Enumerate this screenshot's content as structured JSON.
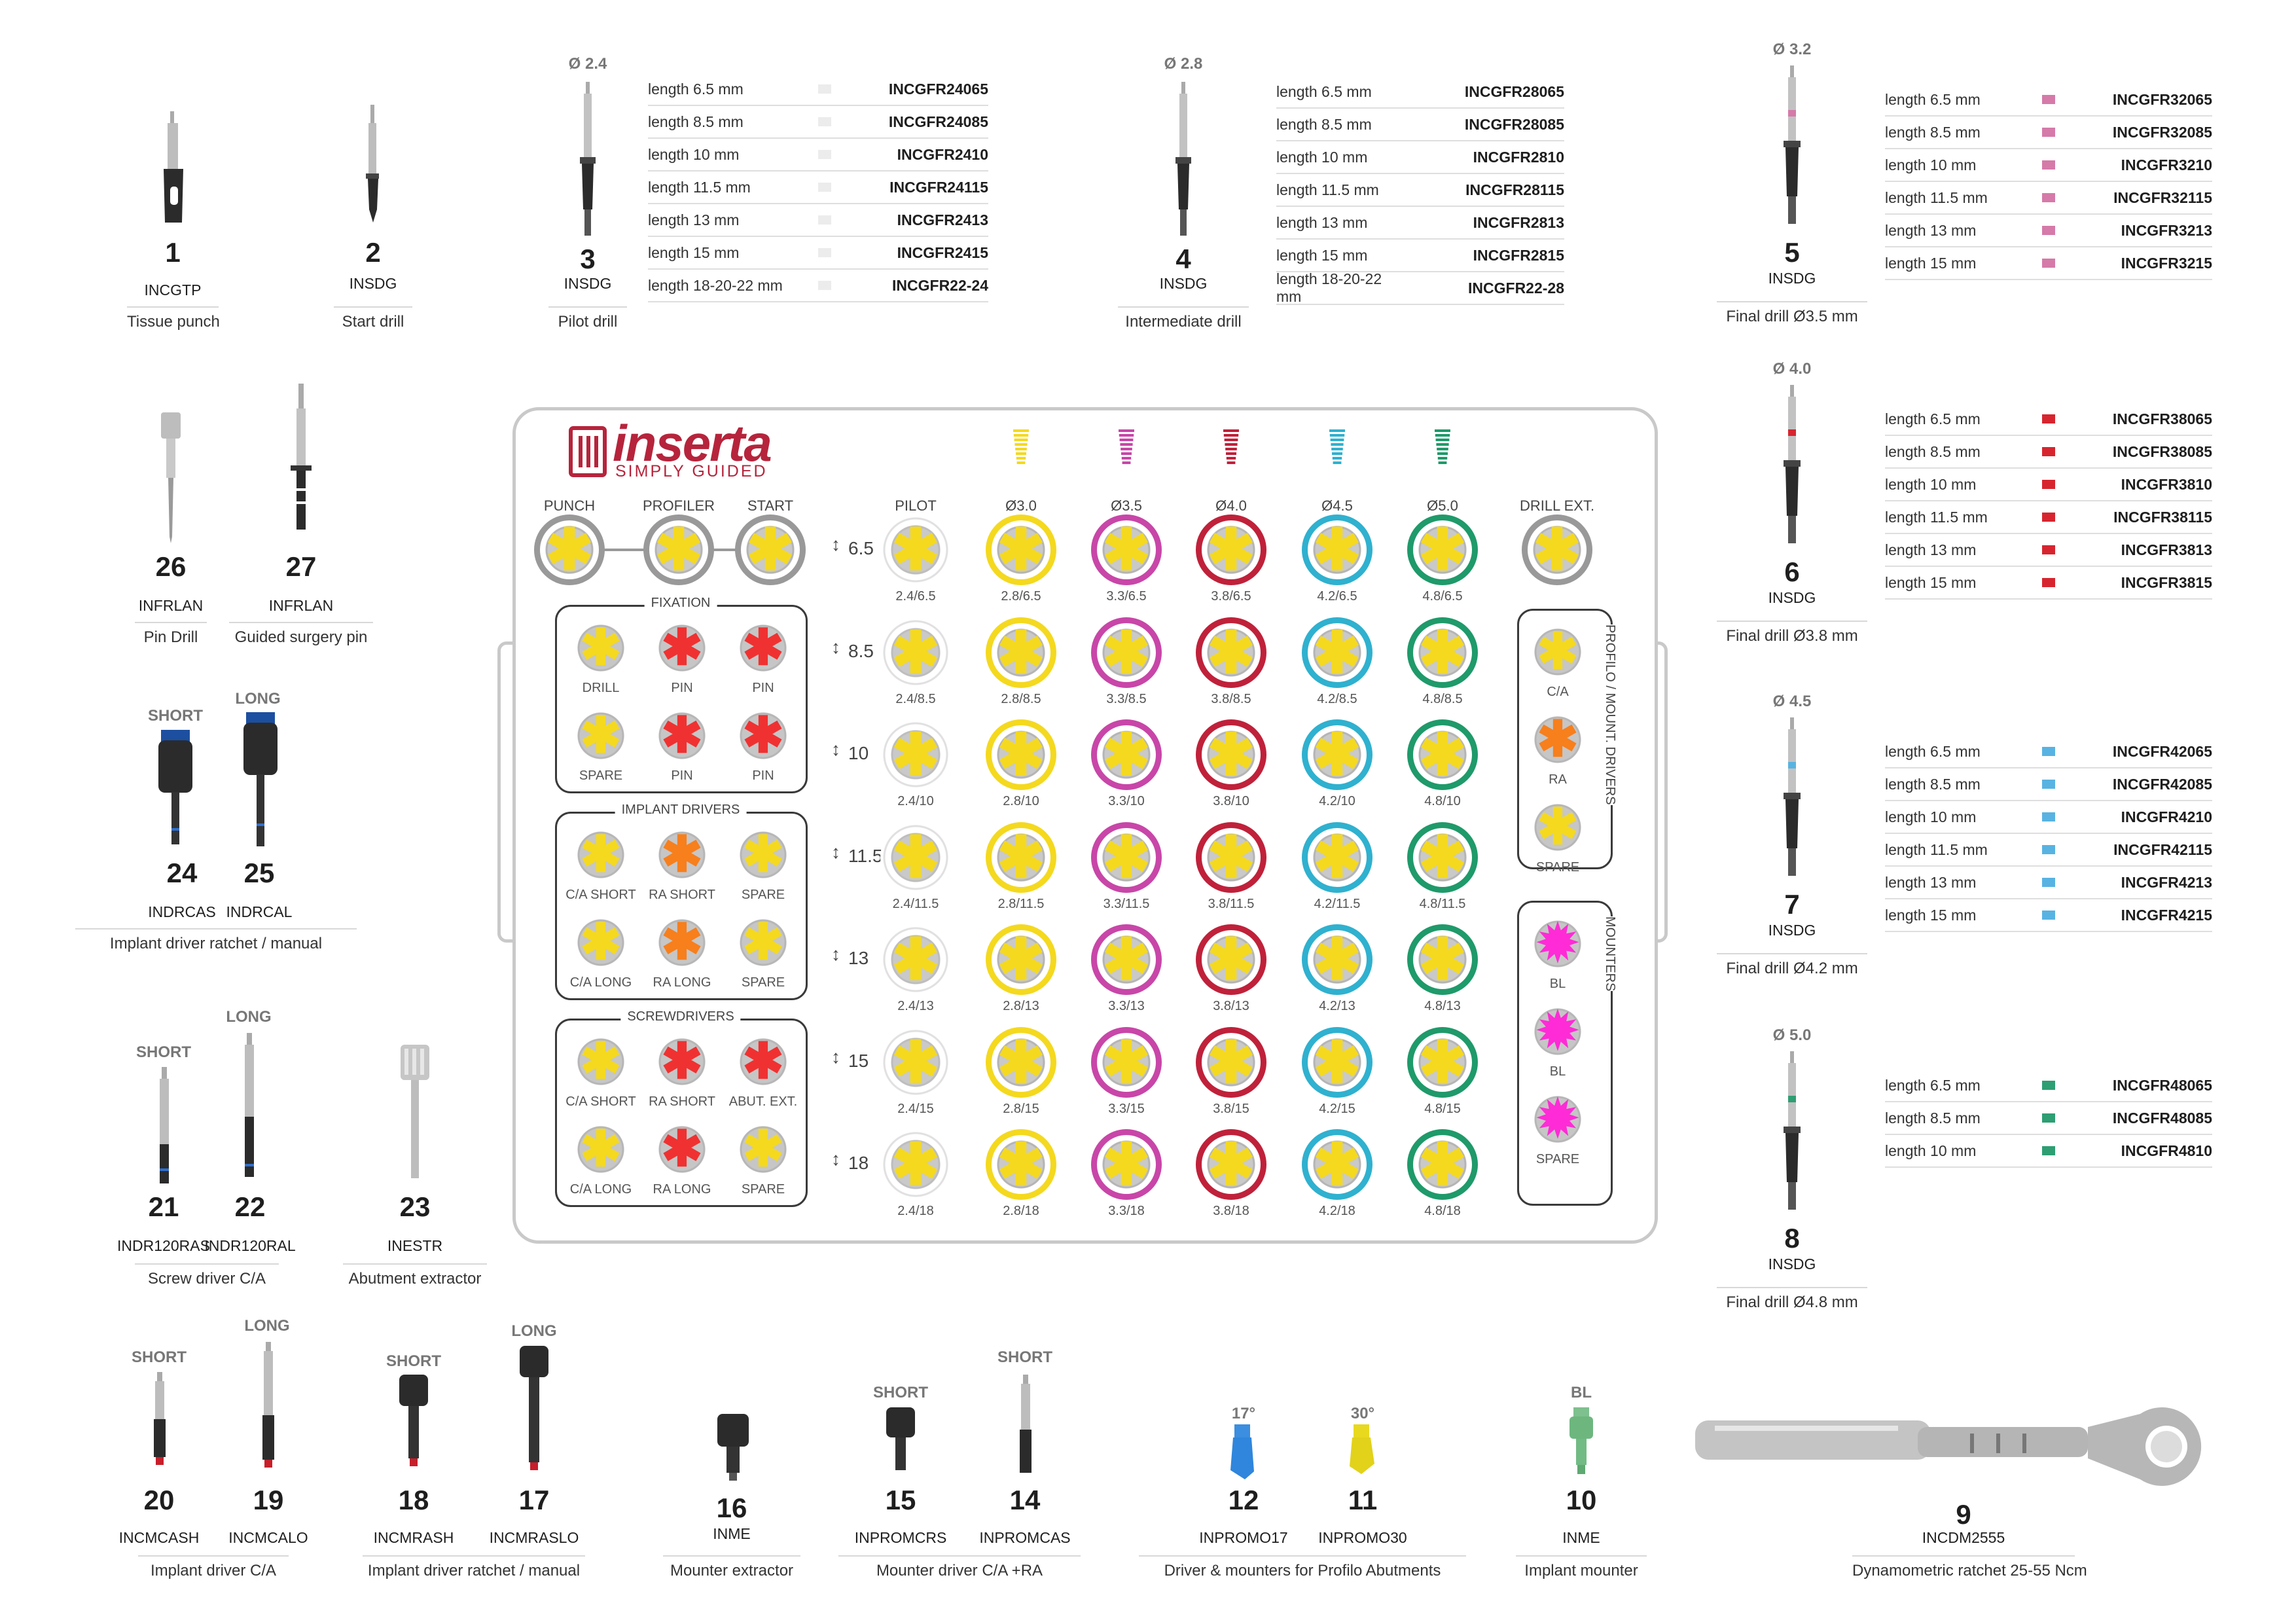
{
  "colors": {
    "yellow": "#f4d91f",
    "magenta": "#c846a8",
    "red": "#c0213a",
    "cyan": "#2fb1cf",
    "green": "#1f9a6a",
    "gray": "#9a9a9a",
    "orange": "#f77f1c",
    "pink": "#ff2bd6",
    "star_red": "#f03131",
    "brand": "#b6243c"
  },
  "top_tools": [
    {
      "num": "1",
      "code": "INCGTP",
      "desc": "Tissue punch"
    },
    {
      "num": "2",
      "code": "INSDG",
      "desc": "Start drill"
    },
    {
      "num": "3",
      "code": "INSDG",
      "desc": "Pilot drill",
      "diam": "Ø 2.4"
    },
    {
      "num": "4",
      "code": "INSDG",
      "desc": "Intermediate drill",
      "diam": "Ø 2.8"
    }
  ],
  "table_24": [
    {
      "len": "length 6.5 mm",
      "code": "INCGFR24065"
    },
    {
      "len": "length 8.5 mm",
      "code": "INCGFR24085"
    },
    {
      "len": "length 10 mm",
      "code": "INCGFR2410"
    },
    {
      "len": "length 11.5 mm",
      "code": "INCGFR24115"
    },
    {
      "len": "length 13 mm",
      "code": "INCGFR2413"
    },
    {
      "len": "length 15 mm",
      "code": "INCGFR2415"
    },
    {
      "len": "length 18-20-22 mm",
      "code": "INCGFR22-24"
    }
  ],
  "table_28": [
    {
      "len": "length 6.5 mm",
      "code": "INCGFR28065"
    },
    {
      "len": "length 8.5 mm",
      "code": "INCGFR28085"
    },
    {
      "len": "length 10 mm",
      "code": "INCGFR2810"
    },
    {
      "len": "length 11.5 mm",
      "code": "INCGFR28115"
    },
    {
      "len": "length 13 mm",
      "code": "INCGFR2813"
    },
    {
      "len": "length 15 mm",
      "code": "INCGFR2815"
    },
    {
      "len": "length 18-20-22 mm",
      "code": "INCGFR22-28"
    }
  ],
  "final_drills": [
    {
      "diam": "Ø 3.2",
      "num": "5",
      "code": "INSDG",
      "desc": "Final drill Ø3.5 mm",
      "color": "#d57aa9",
      "rows": [
        {
          "len": "length 6.5 mm",
          "code": "INCGFR32065"
        },
        {
          "len": "length 8.5 mm",
          "code": "INCGFR32085"
        },
        {
          "len": "length 10 mm",
          "code": "INCGFR3210"
        },
        {
          "len": "length 11.5 mm",
          "code": "INCGFR32115"
        },
        {
          "len": "length 13 mm",
          "code": "INCGFR3213"
        },
        {
          "len": "length 15 mm",
          "code": "INCGFR3215"
        }
      ]
    },
    {
      "diam": "Ø 4.0",
      "num": "6",
      "code": "INSDG",
      "desc": "Final drill Ø3.8 mm",
      "color": "#d7252f",
      "rows": [
        {
          "len": "length 6.5 mm",
          "code": "INCGFR38065"
        },
        {
          "len": "length 8.5 mm",
          "code": "INCGFR38085"
        },
        {
          "len": "length 10 mm",
          "code": "INCGFR3810"
        },
        {
          "len": "length 11.5 mm",
          "code": "INCGFR38115"
        },
        {
          "len": "length 13 mm",
          "code": "INCGFR3813"
        },
        {
          "len": "length 15 mm",
          "code": "INCGFR3815"
        }
      ]
    },
    {
      "diam": "Ø 4.5",
      "num": "7",
      "code": "INSDG",
      "desc": "Final drill Ø4.2 mm",
      "color": "#58b3e2",
      "rows": [
        {
          "len": "length 6.5 mm",
          "code": "INCGFR42065"
        },
        {
          "len": "length 8.5 mm",
          "code": "INCGFR42085"
        },
        {
          "len": "length 10 mm",
          "code": "INCGFR4210"
        },
        {
          "len": "length 11.5 mm",
          "code": "INCGFR42115"
        },
        {
          "len": "length 13 mm",
          "code": "INCGFR4213"
        },
        {
          "len": "length 15 mm",
          "code": "INCGFR4215"
        }
      ]
    },
    {
      "diam": "Ø 5.0",
      "num": "8",
      "code": "INSDG",
      "desc": "Final drill Ø4.8 mm",
      "color": "#2e9e73",
      "rows": [
        {
          "len": "length 6.5 mm",
          "code": "INCGFR48065"
        },
        {
          "len": "length 8.5 mm",
          "code": "INCGFR48085"
        },
        {
          "len": "length 10 mm",
          "code": "INCGFR4810"
        }
      ]
    }
  ],
  "left_tools": {
    "t26": {
      "num": "26",
      "code": "INFRLAN",
      "desc": "Pin Drill"
    },
    "t27": {
      "num": "27",
      "code": "INFRLAN",
      "desc": "Guided surgery pin"
    },
    "t24": {
      "num": "24",
      "code": "INDRCAS",
      "tag": "SHORT"
    },
    "t25": {
      "num": "25",
      "code": "INDRCAL",
      "tag": "LONG"
    },
    "d2425": "Implant driver ratchet / manual",
    "t21": {
      "num": "21",
      "code": "INDR120RAS",
      "tag": "SHORT"
    },
    "t22": {
      "num": "22",
      "code": "INDR120RAL",
      "tag": "LONG"
    },
    "d2122": "Screw driver C/A",
    "t23": {
      "num": "23",
      "code": "INESTR",
      "desc": "Abutment extractor"
    }
  },
  "bottom_tools": {
    "t20": {
      "num": "20",
      "code": "INCMCASH",
      "tag": "SHORT"
    },
    "t19": {
      "num": "19",
      "code": "INCMCALO",
      "tag": "LONG"
    },
    "d2019": "Implant driver C/A",
    "t18": {
      "num": "18",
      "code": "INCMRASH",
      "tag": "SHORT"
    },
    "t17": {
      "num": "17",
      "code": "INCMRASLO",
      "tag": "LONG"
    },
    "d1817": "Implant driver ratchet / manual",
    "t16": {
      "num": "16",
      "code": "INME",
      "desc": "Mounter extractor"
    },
    "t15": {
      "num": "15",
      "code": "INPROMCRS",
      "tag": "SHORT"
    },
    "t14": {
      "num": "14",
      "code": "INPROMCAS",
      "tag": "SHORT"
    },
    "d1514": "Mounter driver C/A +RA",
    "t12": {
      "num": "12",
      "code": "INPROMO17",
      "tag": "17°"
    },
    "t11": {
      "num": "11",
      "code": "INPROMO30",
      "tag": "30°"
    },
    "d1211": "Driver & mounters for Profilo Abutments",
    "t10": {
      "num": "10",
      "code": "INME",
      "tag": "BL",
      "desc": "Implant mounter"
    },
    "t9": {
      "num": "9",
      "code": "INCDM2555",
      "desc": "Dynamometric ratchet 25-55 Ncm"
    }
  },
  "tray": {
    "brand": "inserta",
    "slogan": "SIMPLY GUIDED",
    "top_labels": {
      "punch": "PUNCH",
      "profiler": "PROFILER",
      "start": "START",
      "pilot": "PILOT",
      "drill_ext": "DRILL EXT."
    },
    "diam_labels": [
      "Ø3.0",
      "Ø3.5",
      "Ø4.0",
      "Ø4.5",
      "Ø5.0"
    ],
    "lengths": [
      "6.5",
      "8.5",
      "10",
      "11.5",
      "13",
      "15",
      "18"
    ],
    "pilot_labels": [
      "2.4/6.5",
      "2.4/8.5",
      "2.4/10",
      "2.4/11.5",
      "2.4/13",
      "2.4/15",
      "2.4/18"
    ],
    "col_labels": [
      [
        "2.8/6.5",
        "2.8/8.5",
        "2.8/10",
        "2.8/11.5",
        "2.8/13",
        "2.8/15",
        "2.8/18"
      ],
      [
        "3.3/6.5",
        "3.3/8.5",
        "3.3/10",
        "3.3/11.5",
        "3.3/13",
        "3.3/15",
        "3.3/18"
      ],
      [
        "3.8/6.5",
        "3.8/8.5",
        "3.8/10",
        "3.8/11.5",
        "3.8/13",
        "3.8/15",
        "3.8/18"
      ],
      [
        "4.2/6.5",
        "4.2/8.5",
        "4.2/10",
        "4.2/11.5",
        "4.2/13",
        "4.2/15",
        "4.2/18"
      ],
      [
        "4.8/6.5",
        "4.8/8.5",
        "4.8/10",
        "4.8/11.5",
        "4.8/13",
        "4.8/15",
        "4.8/18"
      ]
    ],
    "fixation": {
      "title": "FIXATION",
      "items": [
        "DRILL",
        "PIN",
        "PIN",
        "SPARE",
        "PIN",
        "PIN"
      ]
    },
    "implant_drivers": {
      "title": "IMPLANT DRIVERS",
      "items": [
        "C/A SHORT",
        "RA SHORT",
        "SPARE",
        "C/A LONG",
        "RA LONG",
        "SPARE"
      ]
    },
    "screwdrivers": {
      "title": "SCREWDRIVERS",
      "items": [
        "C/A SHORT",
        "RA SHORT",
        "ABUT. EXT.",
        "C/A LONG",
        "RA LONG",
        "SPARE"
      ]
    },
    "profilo": {
      "title": "PROFILO / MOUNT. DRIVERS",
      "items": [
        "C/A",
        "RA",
        "SPARE"
      ]
    },
    "mounters": {
      "title": "MOUNTERS",
      "items": [
        "BL",
        "BL",
        "SPARE"
      ]
    }
  }
}
